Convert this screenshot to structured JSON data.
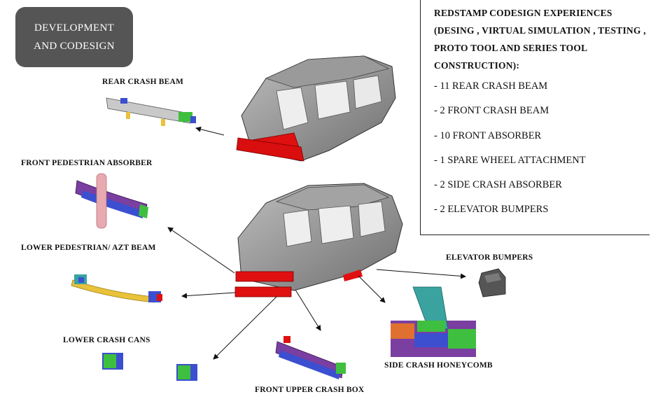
{
  "badge": {
    "line1": "DEVELOPMENT",
    "line2": "AND CODESIGN"
  },
  "info": {
    "heading_lines": [
      "REDSTAMP CODESIGN  EXPERIENCES",
      "(DESING , VIRTUAL SIMULATION , TESTING ,",
      "PROTO TOOL AND SERIES TOOL",
      "CONSTRUCTION):"
    ],
    "items": [
      "- 11 REAR CRASH BEAM",
      "- 2  FRONT CRASH BEAM",
      "- 10  FRONT ABSORBER",
      "- 1 SPARE WHEEL ATTACHMENT",
      "- 2  SIDE CRASH ABSORBER",
      "- 2 ELEVATOR BUMPERS"
    ]
  },
  "labels": {
    "rear_crash_beam": "REAR CRASH BEAM",
    "front_pedestrian_absorber": "FRONT PEDESTRIAN ABSORBER",
    "lower_pedestrian_azt_beam": "LOWER PEDESTRIAN/  AZT BEAM",
    "lower_crash_cans": "LOWER CRASH CANS",
    "front_upper_crash_box": "FRONT UPPER CRASH BOX",
    "side_crash_honeycomb": "SIDE CRASH HONEYCOMB",
    "elevator_bumpers": "ELEVATOR BUMPERS"
  },
  "colors": {
    "badge_bg": "#555555",
    "highlight_red": "#e01010",
    "body_grey": "#8a8a8a",
    "part_blue": "#3b4fd0",
    "part_green": "#3fbf3f",
    "part_purple": "#7a3fa0",
    "part_yellow": "#e8c23a",
    "part_pink": "#e9a9b0",
    "part_teal": "#3aa3a0"
  }
}
